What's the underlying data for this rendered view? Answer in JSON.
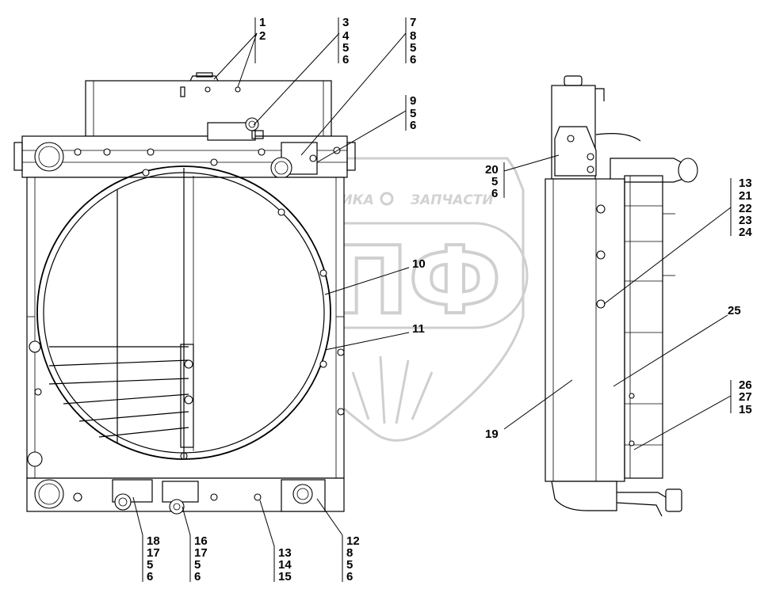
{
  "watermark": {
    "line1": "ТЕХНИКА",
    "line2": "ЗАПЧАСТИ",
    "logo": "ЭПФ"
  },
  "callouts": [
    {
      "id": "c-1-2",
      "labels": [
        "1",
        "2"
      ]
    },
    {
      "id": "c-3-4-5-6",
      "labels": [
        "3",
        "4",
        "5",
        "6"
      ]
    },
    {
      "id": "c-7-8-5-6",
      "labels": [
        "7",
        "8",
        "5",
        "6"
      ]
    },
    {
      "id": "c-9-5-6",
      "labels": [
        "9",
        "5",
        "6"
      ]
    },
    {
      "id": "c-20-5-6",
      "labels": [
        "20",
        "5",
        "6"
      ]
    },
    {
      "id": "c-13-21-22-23-24",
      "labels": [
        "13",
        "21",
        "22",
        "23",
        "24"
      ]
    },
    {
      "id": "c-10",
      "labels": [
        "10"
      ]
    },
    {
      "id": "c-11",
      "labels": [
        "11"
      ]
    },
    {
      "id": "c-25",
      "labels": [
        "25"
      ]
    },
    {
      "id": "c-19",
      "labels": [
        "19"
      ]
    },
    {
      "id": "c-26-27-15",
      "labels": [
        "26",
        "27",
        "15"
      ]
    },
    {
      "id": "c-18-17-5-6",
      "labels": [
        "18",
        "17",
        "5",
        "6"
      ]
    },
    {
      "id": "c-16-17-5-6",
      "labels": [
        "16",
        "17",
        "5",
        "6"
      ]
    },
    {
      "id": "c-13-14-15",
      "labels": [
        "13",
        "14",
        "15"
      ]
    },
    {
      "id": "c-12-8-5-6",
      "labels": [
        "12",
        "8",
        "5",
        "6"
      ]
    }
  ]
}
